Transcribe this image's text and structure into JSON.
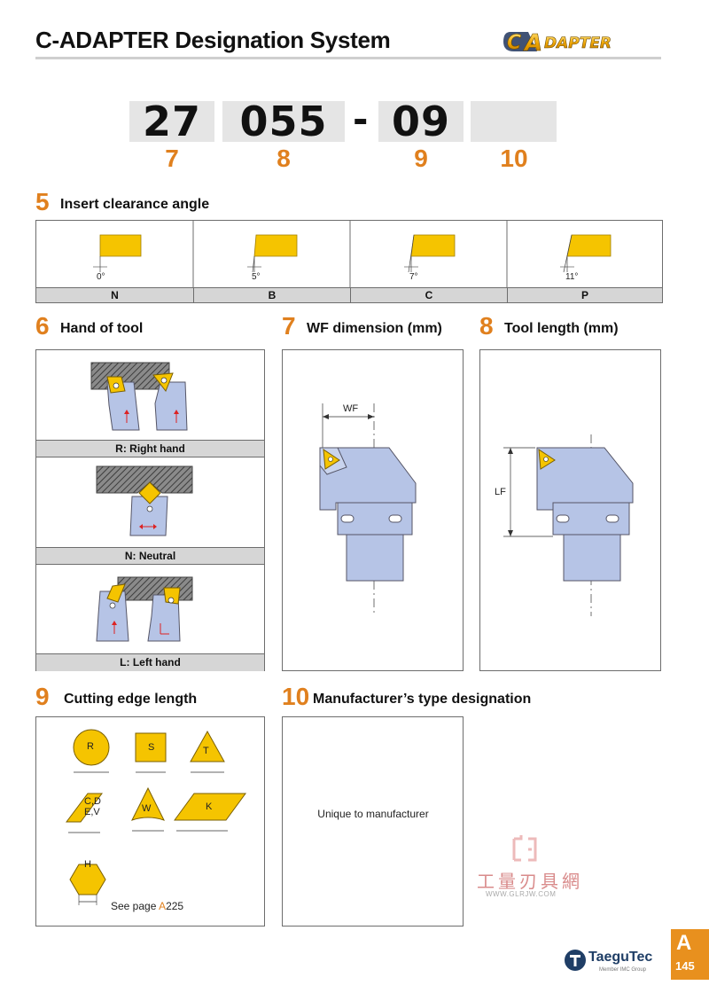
{
  "header": {
    "title": "C-ADAPTER Designation System",
    "logo_text": "C-ADAPTER"
  },
  "code": {
    "parts": [
      "27",
      "055",
      "-",
      "09",
      ""
    ],
    "positions": [
      "7",
      "8",
      "9",
      "10"
    ]
  },
  "section5": {
    "number": "5",
    "title": "Insert clearance angle",
    "cells": [
      {
        "angle": "0°",
        "letter": "N"
      },
      {
        "angle": "5°",
        "letter": "B"
      },
      {
        "angle": "7°",
        "letter": "C"
      },
      {
        "angle": "11°",
        "letter": "P"
      }
    ]
  },
  "section6": {
    "number": "6",
    "title": "Hand of tool",
    "hands": [
      "R: Right hand",
      "N: Neutral",
      "L: Left hand"
    ]
  },
  "section7": {
    "number": "7",
    "title": "WF dimension (mm)",
    "dim_label": "WF"
  },
  "section8": {
    "number": "8",
    "title": "Tool length (mm)",
    "dim_label": "LF"
  },
  "section9": {
    "number": "9",
    "title": "Cutting edge length",
    "shapes": [
      "R",
      "S",
      "T",
      "C,D",
      "E,V",
      "W",
      "K",
      "H"
    ],
    "see_page_prefix": "See page ",
    "see_page_letter": "A",
    "see_page_num": "225"
  },
  "section10": {
    "number": "10",
    "title": "Manufacturer’s type designation",
    "text": "Unique to manufacturer"
  },
  "footer": {
    "tab_letter": "A",
    "page": "145",
    "brand": "TaeguTec",
    "brand_sub": "Member IMC Group"
  },
  "watermark": {
    "text": "工量刃具網",
    "url": "WWW.GLRJW.COM"
  },
  "colors": {
    "accent": "#e0801e",
    "insert": "#f5c400",
    "holder": "#b6c4e6",
    "label_bg": "#d6d6d6"
  }
}
